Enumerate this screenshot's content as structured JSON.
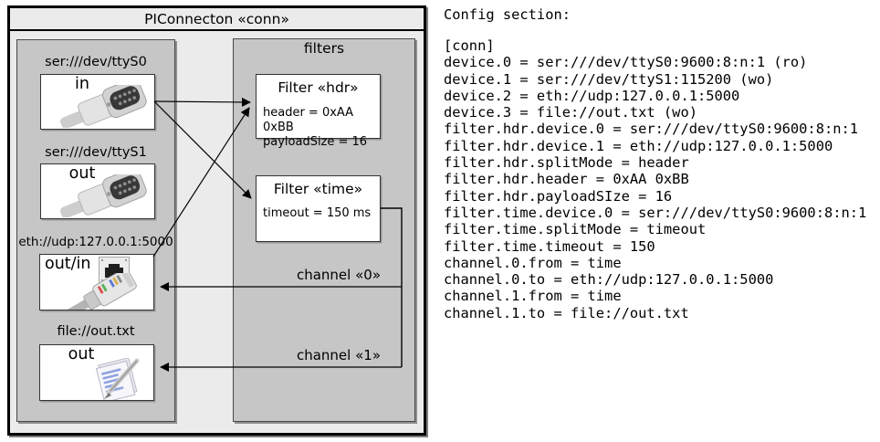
{
  "diagram": {
    "title": "PIConnecton «conn»",
    "filters_group_title": "filters",
    "devices": [
      {
        "url": "ser:///dev/ttyS0",
        "direction": "in",
        "icon": "serial-connector-icon"
      },
      {
        "url": "ser:///dev/ttyS1",
        "direction": "out",
        "icon": "serial-connector-icon"
      },
      {
        "url": "eth://udp:127.0.0.1:5000",
        "direction": "out/in",
        "icon": "ethernet-connector-icon"
      },
      {
        "url": "file://out.txt",
        "direction": "out",
        "icon": "notepad-icon"
      }
    ],
    "filters": [
      {
        "title": "Filter «hdr»",
        "props": [
          "header = 0xAA 0xBB",
          "payloadSize = 16"
        ]
      },
      {
        "title": "Filter «time»",
        "props": [
          "timeout = 150 ms"
        ]
      }
    ],
    "channels": [
      {
        "label": "channel «0»"
      },
      {
        "label": "channel «1»"
      }
    ]
  },
  "config": {
    "heading": "Config section:",
    "text": "[conn]\ndevice.0 = ser:///dev/ttyS0:9600:8:n:1 (ro)\ndevice.1 = ser:///dev/ttyS1:115200 (wo)\ndevice.2 = eth://udp:127.0.0.1:5000\ndevice.3 = file://out.txt (wo)\nfilter.hdr.device.0 = ser:///dev/ttyS0:9600:8:n:1\nfilter.hdr.device.1 = eth://udp:127.0.0.1:5000\nfilter.hdr.splitMode = header\nfilter.hdr.header = 0xAA 0xBB\nfilter.hdr.payloadSIze = 16\nfilter.time.device.0 = ser:///dev/ttyS0:9600:8:n:1\nfilter.time.splitMode = timeout\nfilter.time.timeout = 150\nchannel.0.from = time\nchannel.0.to = eth://udp:127.0.0.1:5000\nchannel.1.from = time\nchannel.1.to = file://out.txt"
  },
  "colors": {
    "outer_fill": "#ecebeb",
    "group_fill": "#c6c6c6",
    "box_fill": "#ffffff",
    "line": "#000000"
  }
}
